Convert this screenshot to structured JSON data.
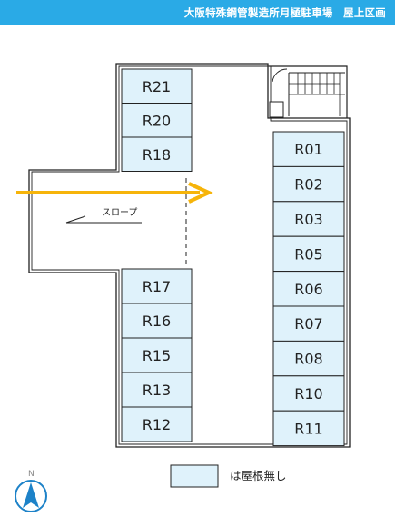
{
  "header": {
    "title": "大阪特殊鋼管製造所月極駐車場　屋上区画"
  },
  "left_upper_slots": [
    "R21",
    "R20",
    "R18"
  ],
  "left_lower_slots": [
    "R17",
    "R16",
    "R15",
    "R13",
    "R12"
  ],
  "right_slots": [
    "R01",
    "R02",
    "R03",
    "R05",
    "R06",
    "R07",
    "R08",
    "R10",
    "R11"
  ],
  "ramp": {
    "label": "スロープ"
  },
  "legend": {
    "text": "は屋根無し",
    "swatch_meaning": "no-roof"
  },
  "compass": {
    "label": "N"
  },
  "colors": {
    "header": "#2aaae6",
    "slot_fill": "#dff2fb",
    "arrow": "#f6b40a",
    "outline": "#222222",
    "compass": "#1d82c8"
  },
  "icons": {
    "stairs": "stairs-icon",
    "compass": "north-arrow-icon",
    "direction": "direction-arrow-icon"
  }
}
